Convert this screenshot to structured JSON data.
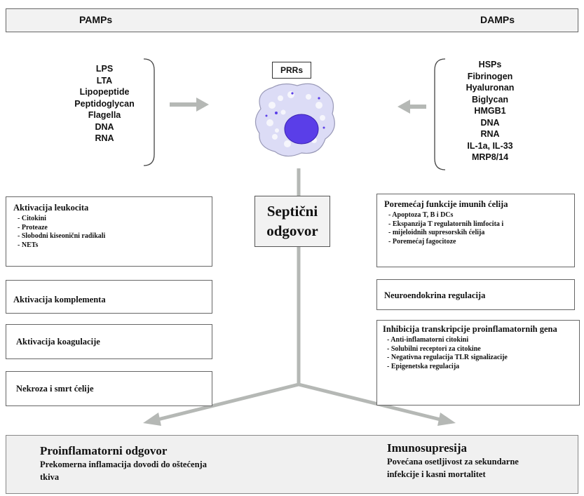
{
  "banner": {
    "left": "PAMPs",
    "right": "DAMPs"
  },
  "pamps": [
    "LPS",
    "LTA",
    "Lipopeptide",
    "Peptidoglycan",
    "Flagella",
    "DNA",
    "RNA"
  ],
  "damps": [
    "HSPs",
    "Fibrinogen",
    "Hyaluronan",
    "Biglycan",
    "HMGB1",
    "DNA",
    "RNA",
    "IL-1a, IL-33",
    "MRP8/14"
  ],
  "prrs": "PRRs",
  "center": {
    "line1": "Septični",
    "line2": "odgovor"
  },
  "left_boxes": {
    "leukocytes": {
      "title": "Aktivacija leukocita",
      "items": [
        "Citokini",
        "Proteaze",
        "Slobodni kiseonični radikali",
        "NETs"
      ]
    },
    "complement": "Aktivacija komplementa",
    "coagulation": "Aktivacija koagulacije",
    "necrosis": "Nekroza i smrt ćelije"
  },
  "right_boxes": {
    "immune": {
      "title": "Poremećaj funkcije imunih ćelija",
      "items": [
        "Apoptoza T, B i DCs",
        "Ekspanzija T regulatornih limfocita i",
        "mijeloidnih supresorskih ćelija",
        "Poremećaj fagocitoze"
      ]
    },
    "neuro": "Neuroendokrina regulacija",
    "inhibition": {
      "title": "Inhibicija transkripcije proinflamatornih gena",
      "items": [
        "Anti-inflamatorni citokini",
        "Solubilni receptori za citokine",
        "Negativna regulacija TLR signalizacije",
        "Epigenetska regulacija"
      ]
    }
  },
  "footer": {
    "left_title": "Proinflamatorni odgovor",
    "left_line1": "Prekomerna inflamacija dovodi do oštećenja",
    "left_line2": "tkiva",
    "right_title": "Imunosupresija",
    "right_line1": "Povećana osetljivost za sekundarne",
    "right_line2": "infekcije i kasni mortalitet"
  },
  "colors": {
    "arrow": "#b5b8b5",
    "cell_body": "#dcdcf6",
    "nucleus": "#5a3ee8",
    "banner": "#f2f2f2"
  }
}
